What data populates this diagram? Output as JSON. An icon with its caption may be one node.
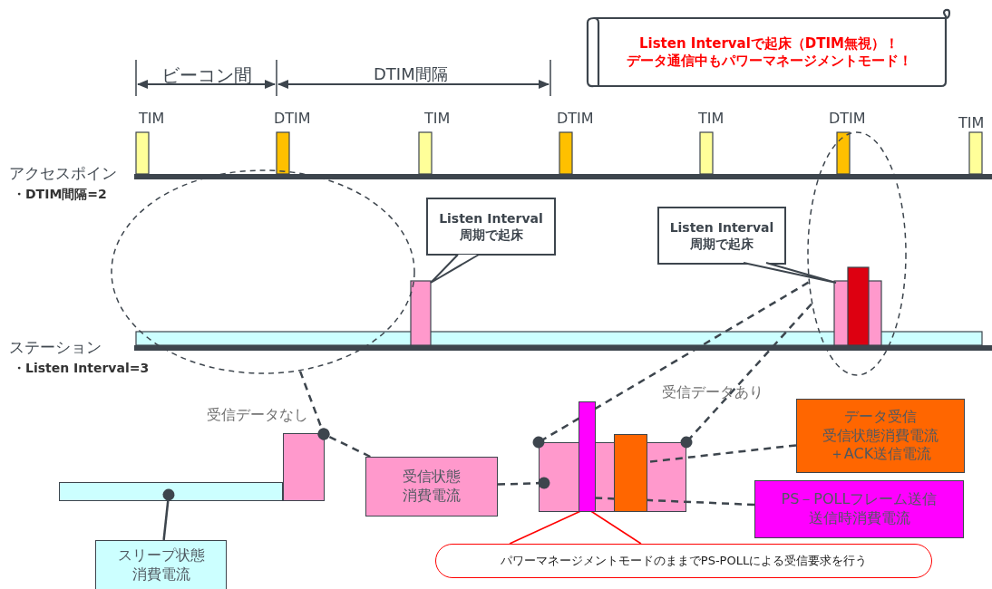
{
  "diagram": {
    "nodes": [
      {
        "text": [
          "Listen Intervalで起床（DTIM無視）！",
          "データ通信中もパワーマネージメントモード！"
        ]
      },
      {
        "text": [
          "Listen Interval 周期で起床"
        ]
      },
      {
        "text": [
          "Listen Interval 周期で起床"
        ]
      },
      {
        "text": [
          "受信状態消費電流"
        ]
      },
      {
        "text": [
          "スリープ状態消費電流"
        ]
      },
      {
        "text": [
          "データ受信受信状態消費電流＋ACK送信電流"
        ]
      },
      {
        "text": [
          "PS－POLLフレーム送信送信時消費電流"
        ]
      },
      {
        "text": [
          "パワーマネージメントモードのままでPS-POLLによる受信要求を行う"
        ]
      },
      {
        "text": [],
        "shape": "bar"
      },
      {
        "text": [],
        "shape": "bar"
      },
      {
        "text": [],
        "shape": "bar"
      },
      {
        "text": [],
        "shape": "bar"
      },
      {
        "text": [],
        "shape": "bar"
      },
      {
        "text": [],
        "shape": "ellipse"
      },
      {
        "text": [],
        "shape": "ellipse"
      }
    ],
    "edges": [
      {
        "from": 4,
        "to": 8,
        "arrow": "other"
      },
      {
        "from": 3,
        "to": 9,
        "arrow": "other",
        "style": "dashed"
      },
      {
        "from": 3,
        "to": 10,
        "arrow": "other",
        "style": "dashed"
      },
      {
        "from": 5,
        "to": 12,
        "arrow": "other",
        "style": "dashed"
      },
      {
        "from": 6,
        "to": 11,
        "arrow": "other",
        "style": "dashed"
      },
      {
        "from": 7,
        "to": 11,
        "arrow": "none",
        "color": "#ff0000"
      },
      {
        "from": 13,
        "to": 9,
        "arrow": "other",
        "style": "dashed"
      },
      {
        "from": 14,
        "to": 10,
        "arrow": "other",
        "style": "dashed"
      },
      {
        "from": 14,
        "to": 10,
        "arrow": "other",
        "style": "dashed"
      }
    ],
    "labels": [
      "ビーコン間",
      "DTIM間隔",
      "TIM",
      "DTIM",
      "TIM",
      "DTIM",
      "TIM",
      "DTIM",
      "TIM",
      "アクセスポイン",
      "・DTIM間隔=2",
      "ステーション",
      "・Listen Interval=3",
      "受信データなし",
      "受信データあり"
    ]
  }
}
